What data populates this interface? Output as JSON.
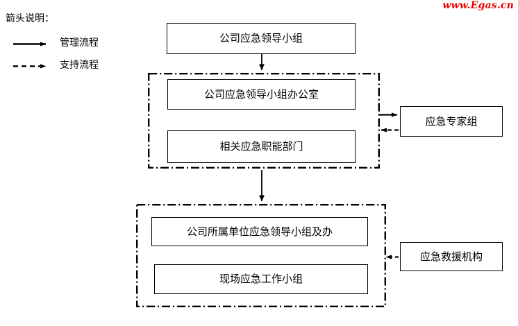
{
  "watermark": {
    "text": "www.Egas.cn",
    "color": "#ee0000"
  },
  "legend": {
    "title": "箭头说明：",
    "items": [
      {
        "label": "管理流程",
        "line_style": "solid",
        "arrow": "right"
      },
      {
        "label": "支持流程",
        "line_style": "dashed",
        "arrow": "right"
      }
    ]
  },
  "diagram": {
    "nodes": {
      "top": "公司应急领导小组",
      "office": "公司应急领导小组办公室",
      "departments": "相关应急职能部门",
      "expert_group": "应急专家组",
      "unit_leadership": "公司所属单位应急领导小组及办",
      "onsite_team": "现场应急工作小组",
      "rescue_org": "应急救援机构"
    },
    "groups": {
      "middle_border": "dash-dot",
      "bottom_border": "dash-dot"
    },
    "connectors": [
      {
        "from": "top",
        "to": "middle-group",
        "style": "solid",
        "direction": "down"
      },
      {
        "from": "middle-group",
        "to": "bottom-group",
        "style": "solid",
        "direction": "down"
      },
      {
        "from": "middle-group",
        "to": "expert_group",
        "style": "solid",
        "direction": "right"
      },
      {
        "from": "expert_group",
        "to": "middle-group",
        "style": "dashed",
        "direction": "left"
      },
      {
        "from": "rescue_org",
        "to": "bottom-group",
        "style": "dashed",
        "direction": "left"
      }
    ]
  },
  "colors": {
    "stroke": "#000000",
    "background": "#ffffff",
    "text": "#000000"
  }
}
